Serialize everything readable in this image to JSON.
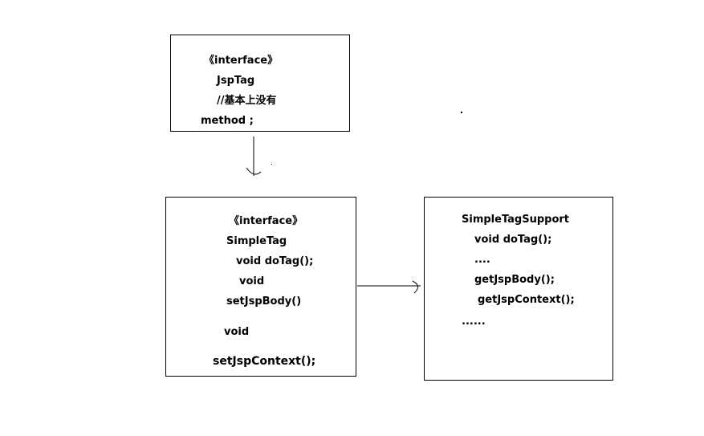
{
  "jsptag": {
    "stereotype": "《interface》",
    "name": "JspTag",
    "comment": "//基本上没有",
    "method": "method ;"
  },
  "simpletag": {
    "stereotype": "《interface》",
    "name": "SimpleTag",
    "line1": "void doTag();",
    "line2": "void",
    "line3": "setJspBody()",
    "line4": "void",
    "line5": "setJspContext();"
  },
  "support": {
    "name": "SimpleTagSupport",
    "line1": "void doTag();",
    "line2": "....",
    "line3": "getJspBody();",
    "line4": "getJspContext();",
    "line5": "......"
  }
}
